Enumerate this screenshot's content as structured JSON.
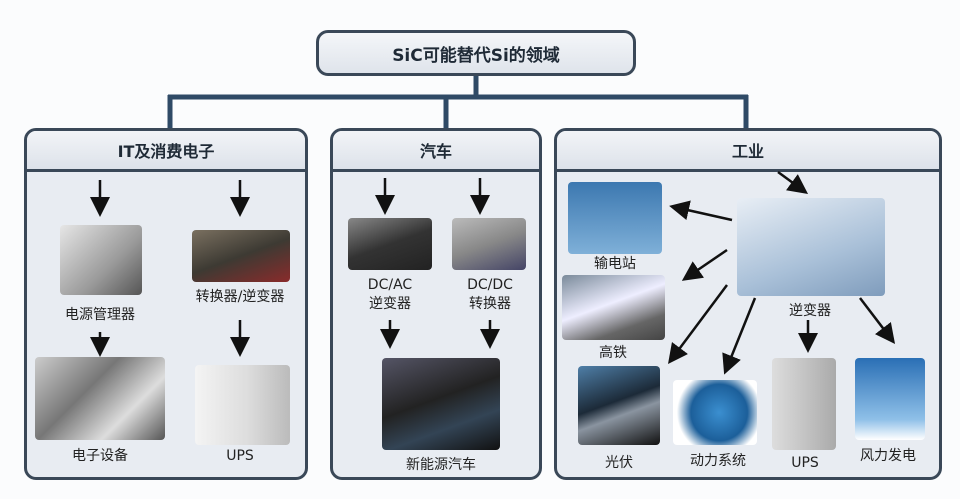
{
  "title": "SiC可能替代Si的领域",
  "panels": {
    "it": {
      "header": "IT及消费电子",
      "items": [
        "电源管理器",
        "转换器/逆变器",
        "电子设备",
        "UPS"
      ]
    },
    "auto": {
      "header": "汽车",
      "items": [
        "DC/AC",
        "逆变器",
        "DC/DC",
        "转换器",
        "新能源汽车"
      ]
    },
    "industry": {
      "header": "工业",
      "items": [
        "逆变器",
        "输电站",
        "高铁",
        "光伏",
        "动力系统",
        "UPS",
        "风力发电"
      ]
    }
  },
  "colors": {
    "border": "#3a4858",
    "connector": "#2f4a66",
    "panel_bg": "#e8ecf2"
  }
}
